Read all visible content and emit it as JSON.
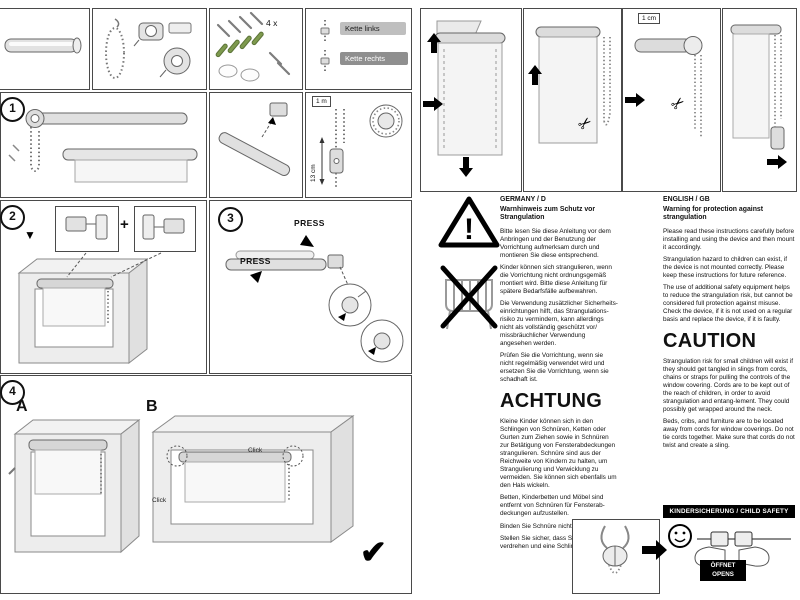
{
  "icons": {
    "check": "✔",
    "down_arrow": "▼",
    "scissors": "✂",
    "exclamation": "!"
  },
  "left": {
    "parts": {
      "qty": "4 x",
      "kette_links": "Kette links",
      "kette_rechts": "Kette rechts"
    },
    "steps": {
      "s1": "1",
      "s2": "2",
      "s3": "3",
      "s4": "4"
    },
    "labels": {
      "one_m": "1 m",
      "cm13": "13 cm",
      "press": "PRESS",
      "plus": "+",
      "a": "A",
      "b": "B",
      "click": "Click"
    }
  },
  "right": {
    "one_cm": "1 cm",
    "de": {
      "region": "GERMANY / D",
      "title": "Warnhinweis zum Schutz vor Strangulation",
      "paras": [
        "Bitte lesen Sie diese Anleitung vor dem Anbringen und der Benutzung der Vorrichtung aufmerksam durch und montieren Sie diese entsprechend.",
        "Kinder können sich strangulieren, wenn die Vorrichtung nicht ordnungsgemäß montiert wird. Bitte diese Anleitung für spätere Bedarfsfälle aufbewahren.",
        "Die Verwendung zusätzlicher Sicherheits-einrichtungen hilft, das Strangulations-risiko zu vermindern, kann allerdings nicht als vollständig geschützt vor/ missbräuchlicher Verwendung angesehen werden.",
        "Prüfen Sie die Vorrichtung, wenn sie nicht regelmäßig verwendet wird und ersetzen Sie die Vorrichtung, wenn sie schadhaft ist."
      ],
      "heading": "ACHTUNG",
      "paras2": [
        "Kleine Kinder können sich in den Schlingen von Schnüren, Ketten oder Gurten zum Ziehen sowie in Schnüren zur Betätigung von Fensterabdeckungen strangulieren. Schnüre sind aus der Reichweite von Kindern zu halten, um Strangulierung und Verwicklung zu vermeiden. Sie können sich ebenfalls um den Hals wickeln.",
        "Betten, Kinderbetten und Möbel sind entfernt von Schnüren für Fensterab-deckungen aufzustellen.",
        "Binden Sie Schnüre nicht zusammen.",
        "Stellen Sie sicher, dass Schnüre nicht verdrehen und eine Schlinge bilden."
      ]
    },
    "en": {
      "region": "ENGLISH / GB",
      "title": "Warning for protection against strangulation",
      "paras": [
        "Please read these instructions carefully before installing and using the device and then mount it accordingly.",
        "Strangulation hazard to children can exist, if the device is not mounted correctly. Please keep these instructions for future reference.",
        "The use of additional safety equipment helps to reduce the strangulation risk, but cannot be considered full protection against misuse. Check the device, if it is not used on a regular basis and replace the device, if it is faulty."
      ],
      "heading": "CAUTION",
      "paras2": [
        "Strangulation risk for small children will exist if they should get tangled in slings from cords, chains or straps for pulling the controls of the window covering. Cords are to be kept out of the reach of children, in order to avoid strangulation and entang-lement. They could possibly get wrapped around the neck.",
        "Beds, cribs, and furniture are to be located away from cords for window coverings. Do not tie cords together. Make sure that cords do not twist and create a sling."
      ]
    },
    "child_safety": {
      "header": "KINDERSICHERUNG / CHILD SAFETY",
      "opens_line1": "ÖFFNET",
      "opens_line2": "OPENS"
    }
  }
}
